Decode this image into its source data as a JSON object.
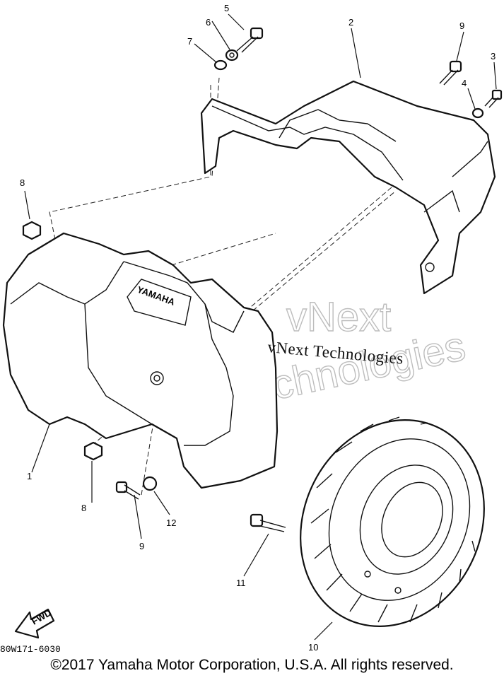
{
  "diagram": {
    "callouts": [
      "1",
      "2",
      "3",
      "4",
      "5",
      "6",
      "7",
      "8",
      "8",
      "9",
      "9",
      "10",
      "11",
      "12"
    ],
    "brand_plate": "YAMAHA",
    "fwd_label": "FWD",
    "drawing_code": "80W171-6030"
  },
  "watermark": {
    "outline_line1": "vNext",
    "outline_line2": "Technologies",
    "text": "vNext Technologies"
  },
  "footer": {
    "copyright": "©2017 Yamaha Motor Corporation, U.S.A. All rights reserved."
  }
}
